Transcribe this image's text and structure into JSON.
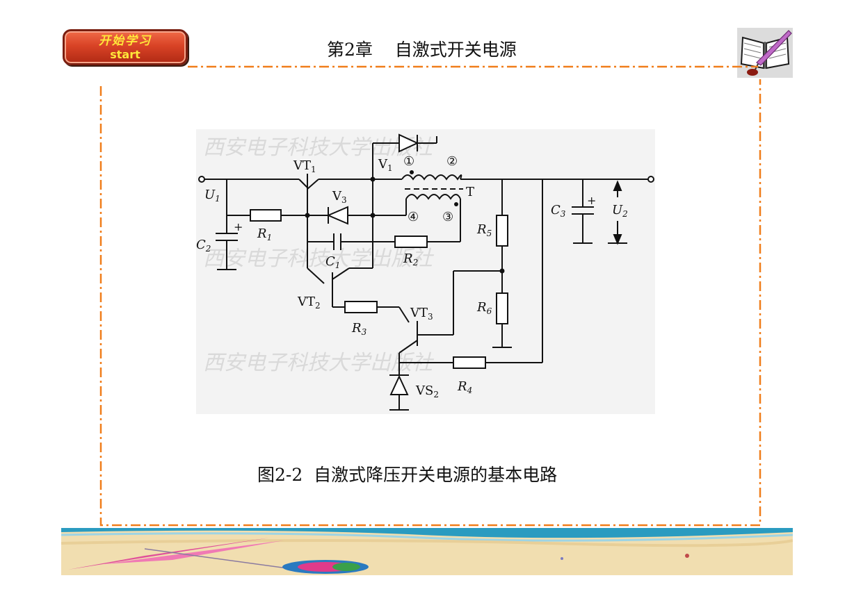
{
  "header": {
    "start_button": {
      "cn_label": "开始学习",
      "en_label": "start"
    },
    "chapter_title": "第2章    自激式开关电源",
    "book_icon": "open-book-quill-icon"
  },
  "figure": {
    "caption": "图2-2  自激式降压开关电源的基本电路",
    "labels": {
      "vt1": "VT",
      "vt1_sub": "1",
      "vt2": "VT",
      "vt2_sub": "2",
      "vt3": "VT",
      "vt3_sub": "3",
      "v1": "V",
      "v1_sub": "1",
      "v3": "V",
      "v3_sub": "3",
      "vs2": "VS",
      "vs2_sub": "2",
      "u1": "U",
      "u1_sub": "1",
      "u2": "U",
      "u2_sub": "2",
      "c1": "C",
      "c1_sub": "1",
      "c2": "C",
      "c2_sub": "2",
      "c3": "C",
      "c3_sub": "3",
      "r1": "R",
      "r1_sub": "1",
      "r2": "R",
      "r2_sub": "2",
      "r3": "R",
      "r3_sub": "3",
      "r4": "R",
      "r4_sub": "4",
      "r5": "R",
      "r5_sub": "5",
      "r6": "R",
      "r6_sub": "6",
      "t": "T",
      "pin1": "①",
      "pin2": "②",
      "pin3": "③",
      "pin4": "④",
      "plus": "+",
      "watermark": "西安电子科技大学出版社"
    }
  },
  "colors": {
    "frame_dash": "#f07d1a",
    "start_bg": "#d94326",
    "start_text": "#ffe83a"
  }
}
